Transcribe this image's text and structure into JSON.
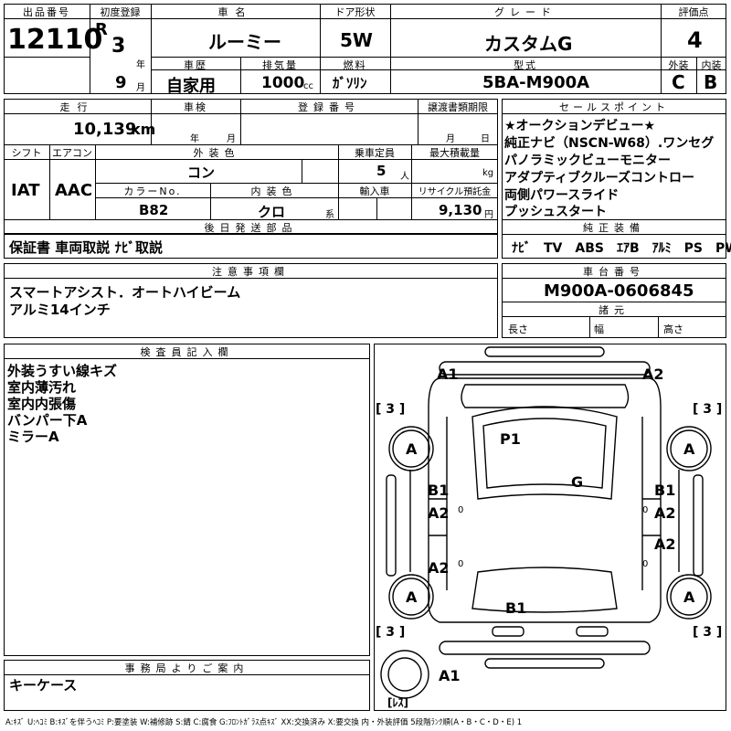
{
  "header": {
    "lot_label": "出品番号",
    "lot_value": "12110",
    "first_reg_label": "初度登録",
    "era": "R",
    "reg_year": "3",
    "year_unit": "年",
    "reg_month": "9",
    "month_unit": "月",
    "car_name_label": "車名",
    "car_name": "ルーミー",
    "door_label": "ドア形状",
    "door": "5W",
    "grade_label": "グレード",
    "grade": "カスタムG",
    "score_label": "評価点",
    "score": "4",
    "history_label": "車歴",
    "history": "自家用",
    "displacement_label": "排気量",
    "displacement": "1000",
    "displacement_unit": "cc",
    "fuel_label": "燃料",
    "fuel": "ｶﾞｿﾘﾝ",
    "model_label": "型式",
    "model": "5BA-M900A",
    "exterior_label": "外装",
    "exterior": "C",
    "interior_label": "内装",
    "interior": "B"
  },
  "row2": {
    "mileage_label": "走行",
    "mileage": "10,139",
    "mileage_unit": "km",
    "inspection_label": "車検",
    "insp_year_unit": "年",
    "insp_month_unit": "月",
    "reg_no_label": "登録番号",
    "transfer_label": "譲渡書類期限",
    "transfer_month_unit": "月",
    "transfer_day_unit": "日",
    "shift_label": "シフト",
    "shift": "IAT",
    "ac_label": "エアコン",
    "ac": "AAC",
    "ext_color_label": "外装色",
    "ext_color": "コン",
    "capacity_label": "乗車定員",
    "capacity": "5",
    "capacity_unit": "人",
    "max_load_label": "最大積載量",
    "max_load_unit": "kg",
    "color_no_label": "カラーNo.",
    "color_no": "B82",
    "int_color_label": "内装色",
    "int_color": "クロ",
    "int_color_unit": "系",
    "import_label": "輸入車",
    "recycle_label": "リサイクル預託金",
    "recycle": "9,130",
    "recycle_unit": "円"
  },
  "sales_points": {
    "label": "セールスポイント",
    "lines": [
      "★オークションデビュー★",
      "純正ナビ（NSCN-W68）.ワンセグ",
      "パノラミックビューモニター",
      "アダプティブクルーズコントロー",
      "両側パワースライド",
      "プッシュスタート"
    ]
  },
  "later_parts": {
    "label": "後日発送部品",
    "value": "保証書 車両取説 ﾅﾋﾞ取説"
  },
  "equipment": {
    "label": "純正装備",
    "value": "ﾅﾋﾞ　TV　ABS　ｴｱB　ｱﾙﾐ　PS　PW"
  },
  "notes": {
    "label": "注意事項欄",
    "lines": [
      "スマートアシスト．オートハイビーム",
      "アルミ14インチ"
    ]
  },
  "chassis": {
    "label": "車台番号",
    "value": "M900A-0606845",
    "specs_label": "諸元",
    "length_label": "長さ",
    "width_label": "幅",
    "height_label": "高さ"
  },
  "inspector": {
    "label": "検査員記入欄",
    "lines": [
      "外装うすい線キズ",
      "室内薄汚れ",
      "室内内張傷",
      "バンパー下A",
      "ミラーA"
    ]
  },
  "office": {
    "label": "事務局よりご案内",
    "value": "キーケース"
  },
  "diagram": {
    "tags": {
      "a1_top": "A1",
      "a2_top": "A2",
      "p1": "P1",
      "g": "G",
      "b1_l": "B1",
      "a2_l1": "A2",
      "a2_l2": "A2",
      "b1_r": "B1",
      "a2_r1": "A2",
      "a2_r2": "A2",
      "b1_rear": "B1",
      "a1_bottom": "A1",
      "zero1": "0",
      "zero2": "0",
      "zero3": "0",
      "zero4": "0"
    },
    "tires": {
      "fl": "A",
      "fr": "A",
      "rl": "A",
      "rr": "A"
    },
    "tread": {
      "fl": "[ 3 ]",
      "fr": "[ 3 ]",
      "rl": "[ 3 ]",
      "rr": "[ 3 ]",
      "spare": "[ﾚｽ]"
    }
  },
  "legend": "A:ｷｽﾞ U:ﾍｺﾐ B:ｷｽﾞを伴うﾍｺﾐ P:要塗装 W:補修跡 S:錆 C:腐食 G:ﾌﾛﾝﾄｶﾞﾗｽ点ｷｽﾞ XX:交換済み X:要交換 内・外装評価 5段階ﾗﾝｸ順(A・B・C・D・E) 1"
}
